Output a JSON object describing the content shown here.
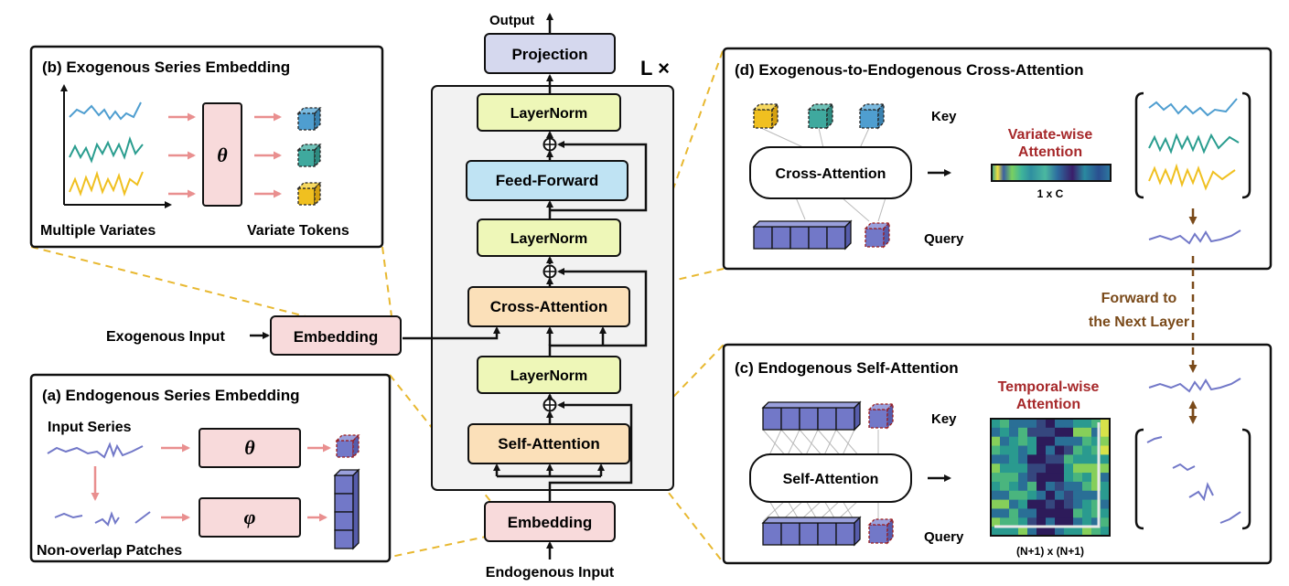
{
  "center": {
    "output": "Output",
    "projection": "Projection",
    "repeat": "L ×",
    "layernorm_top": "LayerNorm",
    "feed_forward": "Feed-Forward",
    "layernorm_mid": "LayerNorm",
    "cross_attention": "Cross-Attention",
    "layernorm_low": "LayerNorm",
    "self_attention": "Self-Attention",
    "embedding_endo": "Embedding",
    "endogenous_input": "Endogenous Input",
    "embedding_exo": "Embedding",
    "exogenous_input": "Exogenous Input"
  },
  "panel_b": {
    "title": "(b)  Exogenous Series Embedding",
    "theta": "θ",
    "multiple_variates": "Multiple Variates",
    "variate_tokens": "Variate Tokens"
  },
  "panel_a": {
    "title": "(a)  Endogenous Series Embedding",
    "input_series": "Input Series",
    "theta": "θ",
    "phi": "φ",
    "patches": "Non-overlap Patches"
  },
  "panel_d": {
    "title": "(d)  Exogenous-to-Endogenous Cross-Attention",
    "key": "Key",
    "query": "Query",
    "cross_attention": "Cross-Attention",
    "attn_title_1": "Variate-wise",
    "attn_title_2": "Attention",
    "attn_size": "1 x C"
  },
  "forward": {
    "line1": "Forward to",
    "line2": "the Next Layer"
  },
  "panel_c": {
    "title": "(c)  Endogenous Self-Attention",
    "key": "Key",
    "query": "Query",
    "self_attention": "Self-Attention",
    "attn_title_1": "Temporal-wise",
    "attn_title_2": "Attention",
    "attn_size": "(N+1) x (N+1)"
  },
  "colors": {
    "layernorm": "#eef7b8",
    "feed_forward": "#bfe3f3",
    "attention": "#fbe0b9",
    "embedding": "#f8dadb",
    "projection": "#d5d8ee",
    "token_blue": "#7278c8",
    "accent_red": "#a6282a",
    "forward_brown": "#7a4a1a",
    "dashed_gold": "#e8b830"
  }
}
